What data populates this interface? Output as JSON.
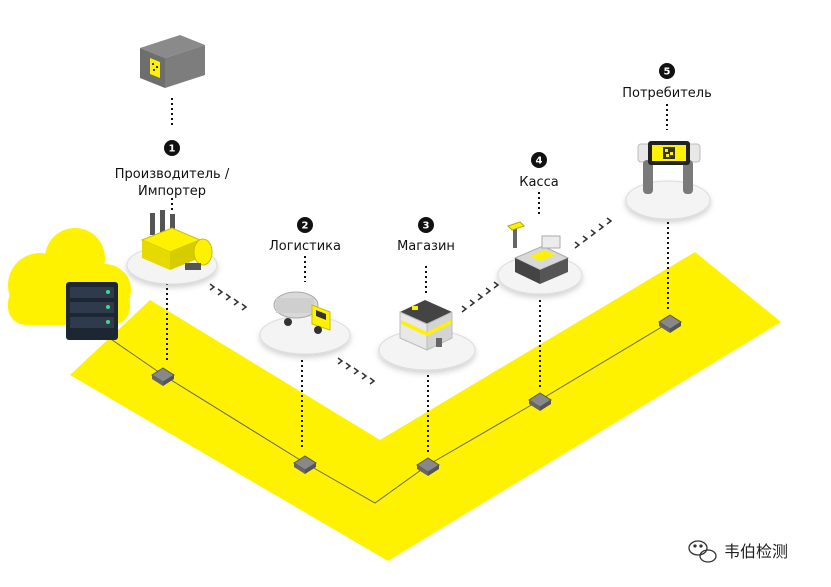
{
  "stages": [
    {
      "number": "1",
      "label": [
        "Производитель /",
        "Импортер"
      ],
      "icon": "factory-icon"
    },
    {
      "number": "2",
      "label": [
        "Логистика"
      ],
      "icon": "truck-icon"
    },
    {
      "number": "3",
      "label": [
        "Магазин"
      ],
      "icon": "store-icon"
    },
    {
      "number": "4",
      "label": [
        "Касса"
      ],
      "icon": "cash-register-icon"
    },
    {
      "number": "5",
      "label": [
        "Потребитель"
      ],
      "icon": "phone-scan-icon"
    }
  ],
  "extra_icons": [
    "box-with-datamatrix-icon",
    "cloud-icon",
    "server-rack-icon"
  ],
  "watermark": {
    "text": "韦伯检测",
    "icon": "wechat-icon"
  },
  "colors": {
    "accent": "#FFF200",
    "node": "#777777",
    "text": "#111111",
    "badge": "#111111"
  }
}
